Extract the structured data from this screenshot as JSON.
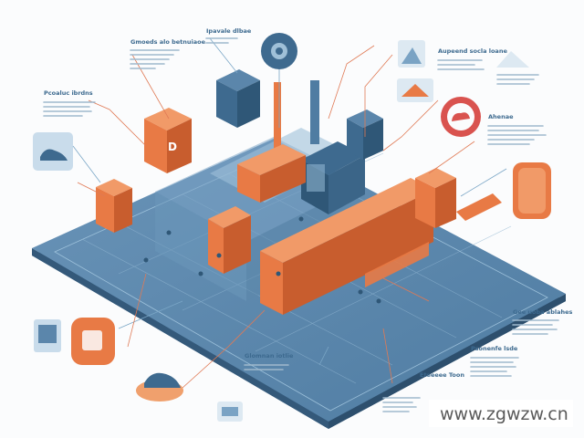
{
  "labels": {
    "top_left": "Gmoeds alo betnuiaoe",
    "top_center": "Ipavale dlbae",
    "left_upper": "Pcoaluc ibrdns",
    "top_right": "Aupeend socla loane",
    "right_mid": "Ahenae",
    "right_lower_1": "Gee uoba ablahes",
    "right_lower_2": "Psonenfe lsde",
    "bottom_center": "Glomnan iotlie",
    "bottom_small": "Eteeeee Toon"
  },
  "watermark": "www.zgwzw.cn",
  "colors": {
    "platform": "#5b86ab",
    "platform_dark": "#3e6a8f",
    "orange": "#e87a45",
    "orange_dark": "#c85d2e",
    "accent_red": "#d9534f"
  },
  "icons": [
    "gear-icon",
    "monitor-icon",
    "shoe-icon",
    "factory-icon",
    "cloud-icon",
    "mountain-icon"
  ]
}
